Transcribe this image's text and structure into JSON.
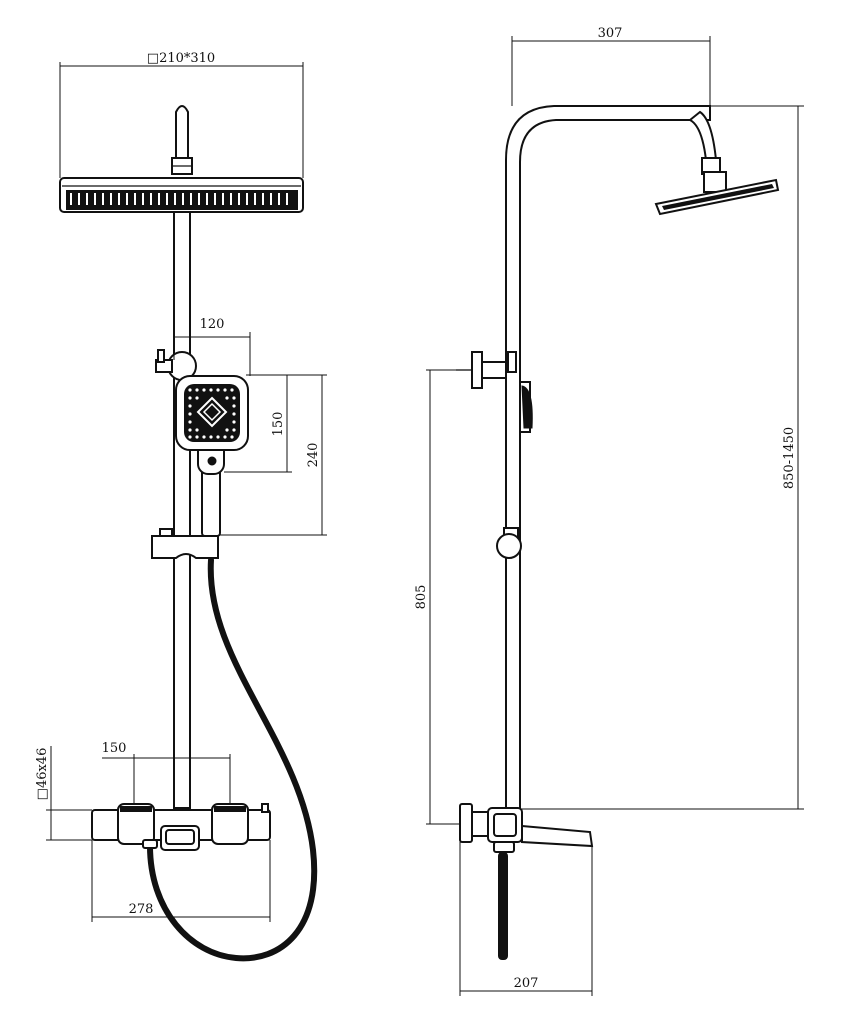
{
  "diagram": {
    "front_view": {
      "top_head_size": "□210*310",
      "handshower_width": "120",
      "handshower_face_height": "150",
      "handshower_total_height": "240",
      "valve_spacing": "150",
      "valve_section": "□46x46",
      "valve_length": "278"
    },
    "side_view": {
      "arm_projection": "307",
      "height_range": "850-1450",
      "inlet_to_bracket": "805",
      "spout_projection": "207"
    }
  }
}
